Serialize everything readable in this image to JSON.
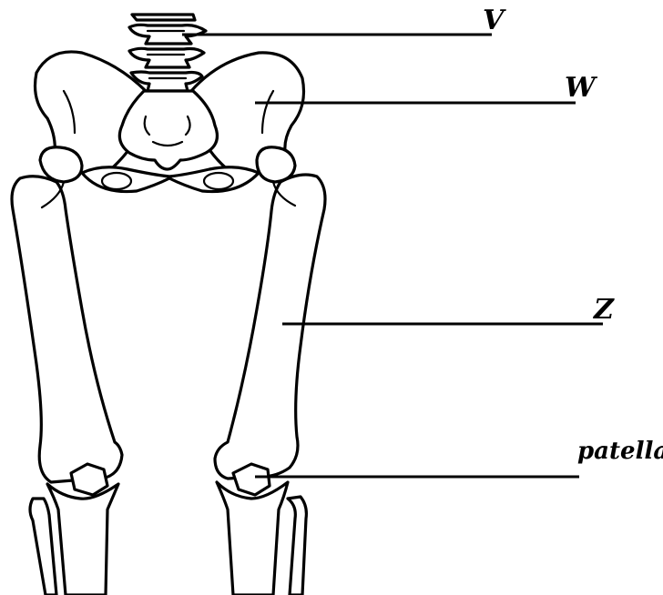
{
  "labels": {
    "v": "V",
    "w": "W",
    "z": "Z",
    "patella": "patella"
  },
  "colors": {
    "line": "#000000",
    "background": "#ffffff"
  }
}
